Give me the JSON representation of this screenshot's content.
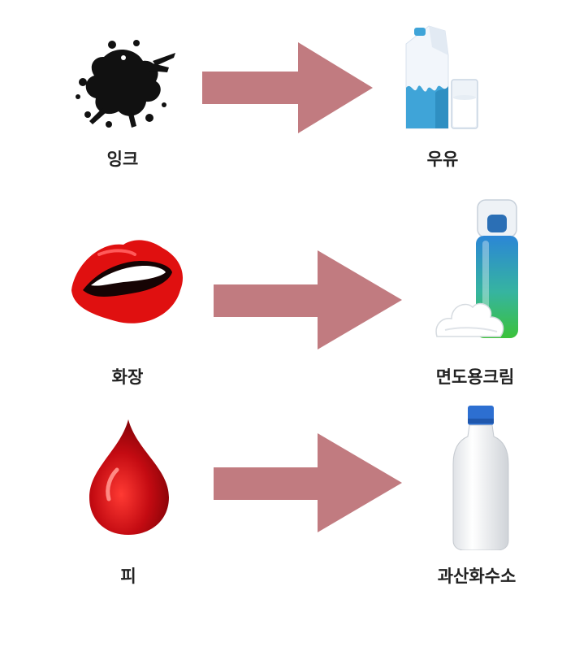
{
  "rows": [
    {
      "from": {
        "label": "잉크",
        "icon": "ink-splat-icon"
      },
      "to": {
        "label": "우유",
        "icon": "milk-carton-glass-icon"
      }
    },
    {
      "from": {
        "label": "화장",
        "icon": "red-lips-icon"
      },
      "to": {
        "label": "면도용크림",
        "icon": "shaving-cream-can-icon"
      }
    },
    {
      "from": {
        "label": "피",
        "icon": "blood-drop-icon"
      },
      "to": {
        "label": "과산화수소",
        "icon": "white-bottle-icon"
      }
    }
  ],
  "colors": {
    "arrow": "#c17b80",
    "ink": "#111111",
    "milk_blue": "#3fa4d8",
    "lips_red": "#e01010",
    "blood_red": "#c40b12",
    "can_blue": "#2b86d6",
    "can_green": "#3bc23a",
    "bottle_cap": "#2d6fd1"
  }
}
